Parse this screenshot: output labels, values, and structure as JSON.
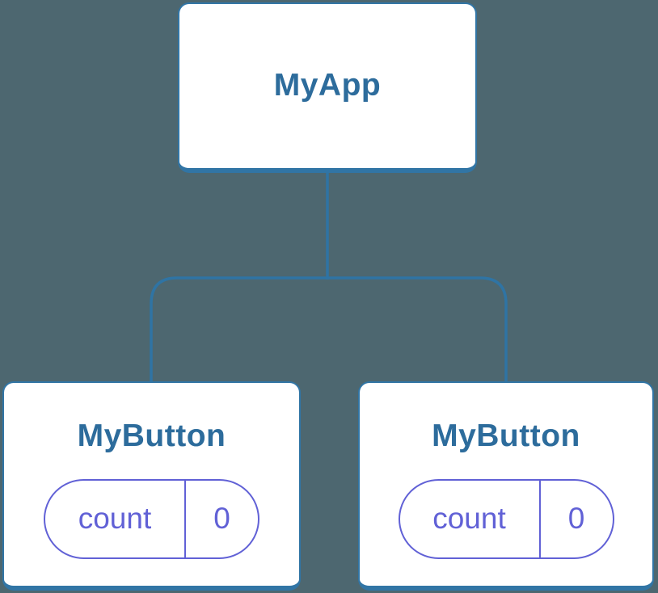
{
  "colors": {
    "background": "#4D6770",
    "node_fill": "#FFFFFF",
    "node_border": "#3175A5",
    "node_text": "#2D6C9C",
    "connector": "#2F74A4",
    "state_accent": "#6161D6"
  },
  "diagram": {
    "type": "component-tree",
    "root": {
      "label": "MyApp"
    },
    "children": [
      {
        "label": "MyButton",
        "state": {
          "key": "count",
          "value": "0"
        }
      },
      {
        "label": "MyButton",
        "state": {
          "key": "count",
          "value": "0"
        }
      }
    ]
  }
}
